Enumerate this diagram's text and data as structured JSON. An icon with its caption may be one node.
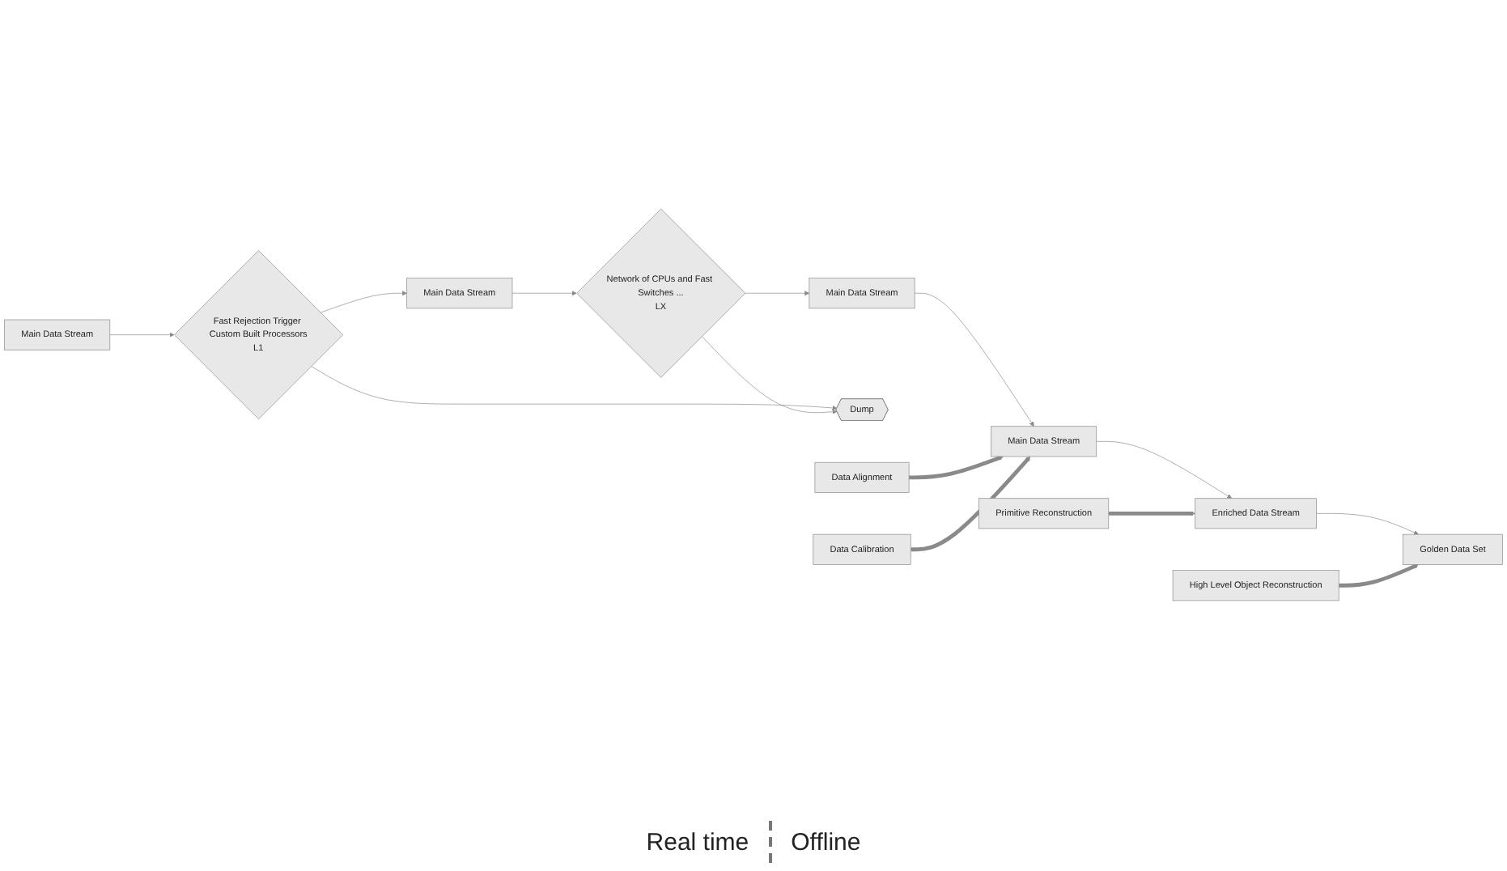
{
  "diagram": {
    "nodes": [
      {
        "text": [
          "Main Data Stream"
        ]
      },
      {
        "text": [
          "Fast Rejection Trigger Custom Built Processors",
          "L1"
        ]
      },
      {
        "text": [
          "Main Data Stream"
        ]
      },
      {
        "text": [
          "Network of CPUs and Fast Switches ...",
          "LX"
        ]
      },
      {
        "text": [
          "Main Data Stream"
        ]
      },
      {
        "text": [
          "Dump"
        ]
      },
      {
        "text": [
          "Data Alignment"
        ]
      },
      {
        "text": [
          "Main Data Stream"
        ]
      },
      {
        "text": [
          "Data Calibration"
        ]
      },
      {
        "text": [
          "Enriched Data Stream"
        ]
      },
      {
        "text": [
          "Primitive Reconstruction"
        ]
      },
      {
        "text": [
          "Golden Data Set"
        ]
      },
      {
        "text": [
          "High Level Object Reconstruction"
        ]
      }
    ],
    "edges": [
      {
        "from": 0,
        "to": 1,
        "arrow": "to"
      },
      {
        "from": 1,
        "to": 2,
        "arrow": "to"
      },
      {
        "from": 2,
        "to": 3,
        "arrow": "to"
      },
      {
        "from": 1,
        "to": 5,
        "arrow": "to"
      },
      {
        "from": 3,
        "to": 5,
        "arrow": "to"
      },
      {
        "from": 3,
        "to": 4,
        "arrow": "to"
      },
      {
        "from": 4,
        "to": 7,
        "arrow": "to"
      },
      {
        "from": 6,
        "to": 7,
        "arrow": "to",
        "style": "thick"
      },
      {
        "from": 8,
        "to": 7,
        "arrow": "to",
        "style": "thick"
      },
      {
        "from": 7,
        "to": 9,
        "arrow": "to"
      },
      {
        "from": 10,
        "to": 9,
        "arrow": "to",
        "style": "thick"
      },
      {
        "from": 9,
        "to": 11,
        "arrow": "to"
      },
      {
        "from": 12,
        "to": 11,
        "arrow": "to",
        "style": "thick"
      }
    ],
    "labels": [
      "Real time",
      "Offline"
    ]
  }
}
